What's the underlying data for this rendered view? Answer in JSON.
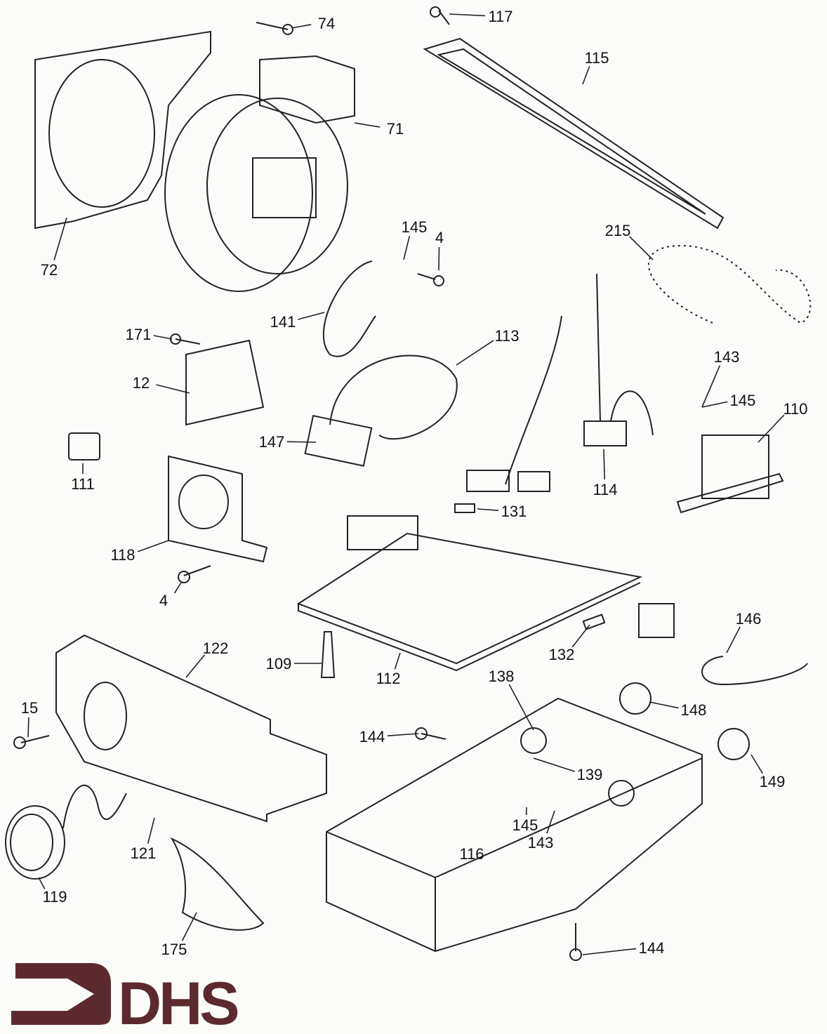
{
  "diagram": {
    "part_labels": [
      "74",
      "117",
      "115",
      "71",
      "72",
      "145",
      "4",
      "215",
      "141",
      "171",
      "12",
      "113",
      "143",
      "145",
      "110",
      "147",
      "114",
      "111",
      "131",
      "118",
      "4",
      "146",
      "122",
      "132",
      "109",
      "112",
      "138",
      "148",
      "15",
      "144",
      "149",
      "139",
      "121",
      "145",
      "143",
      "116",
      "119",
      "175",
      "144"
    ]
  },
  "logo": {
    "text": "DHS",
    "color": "#5c2a2e",
    "icon": "arrow-right-logo-icon"
  }
}
